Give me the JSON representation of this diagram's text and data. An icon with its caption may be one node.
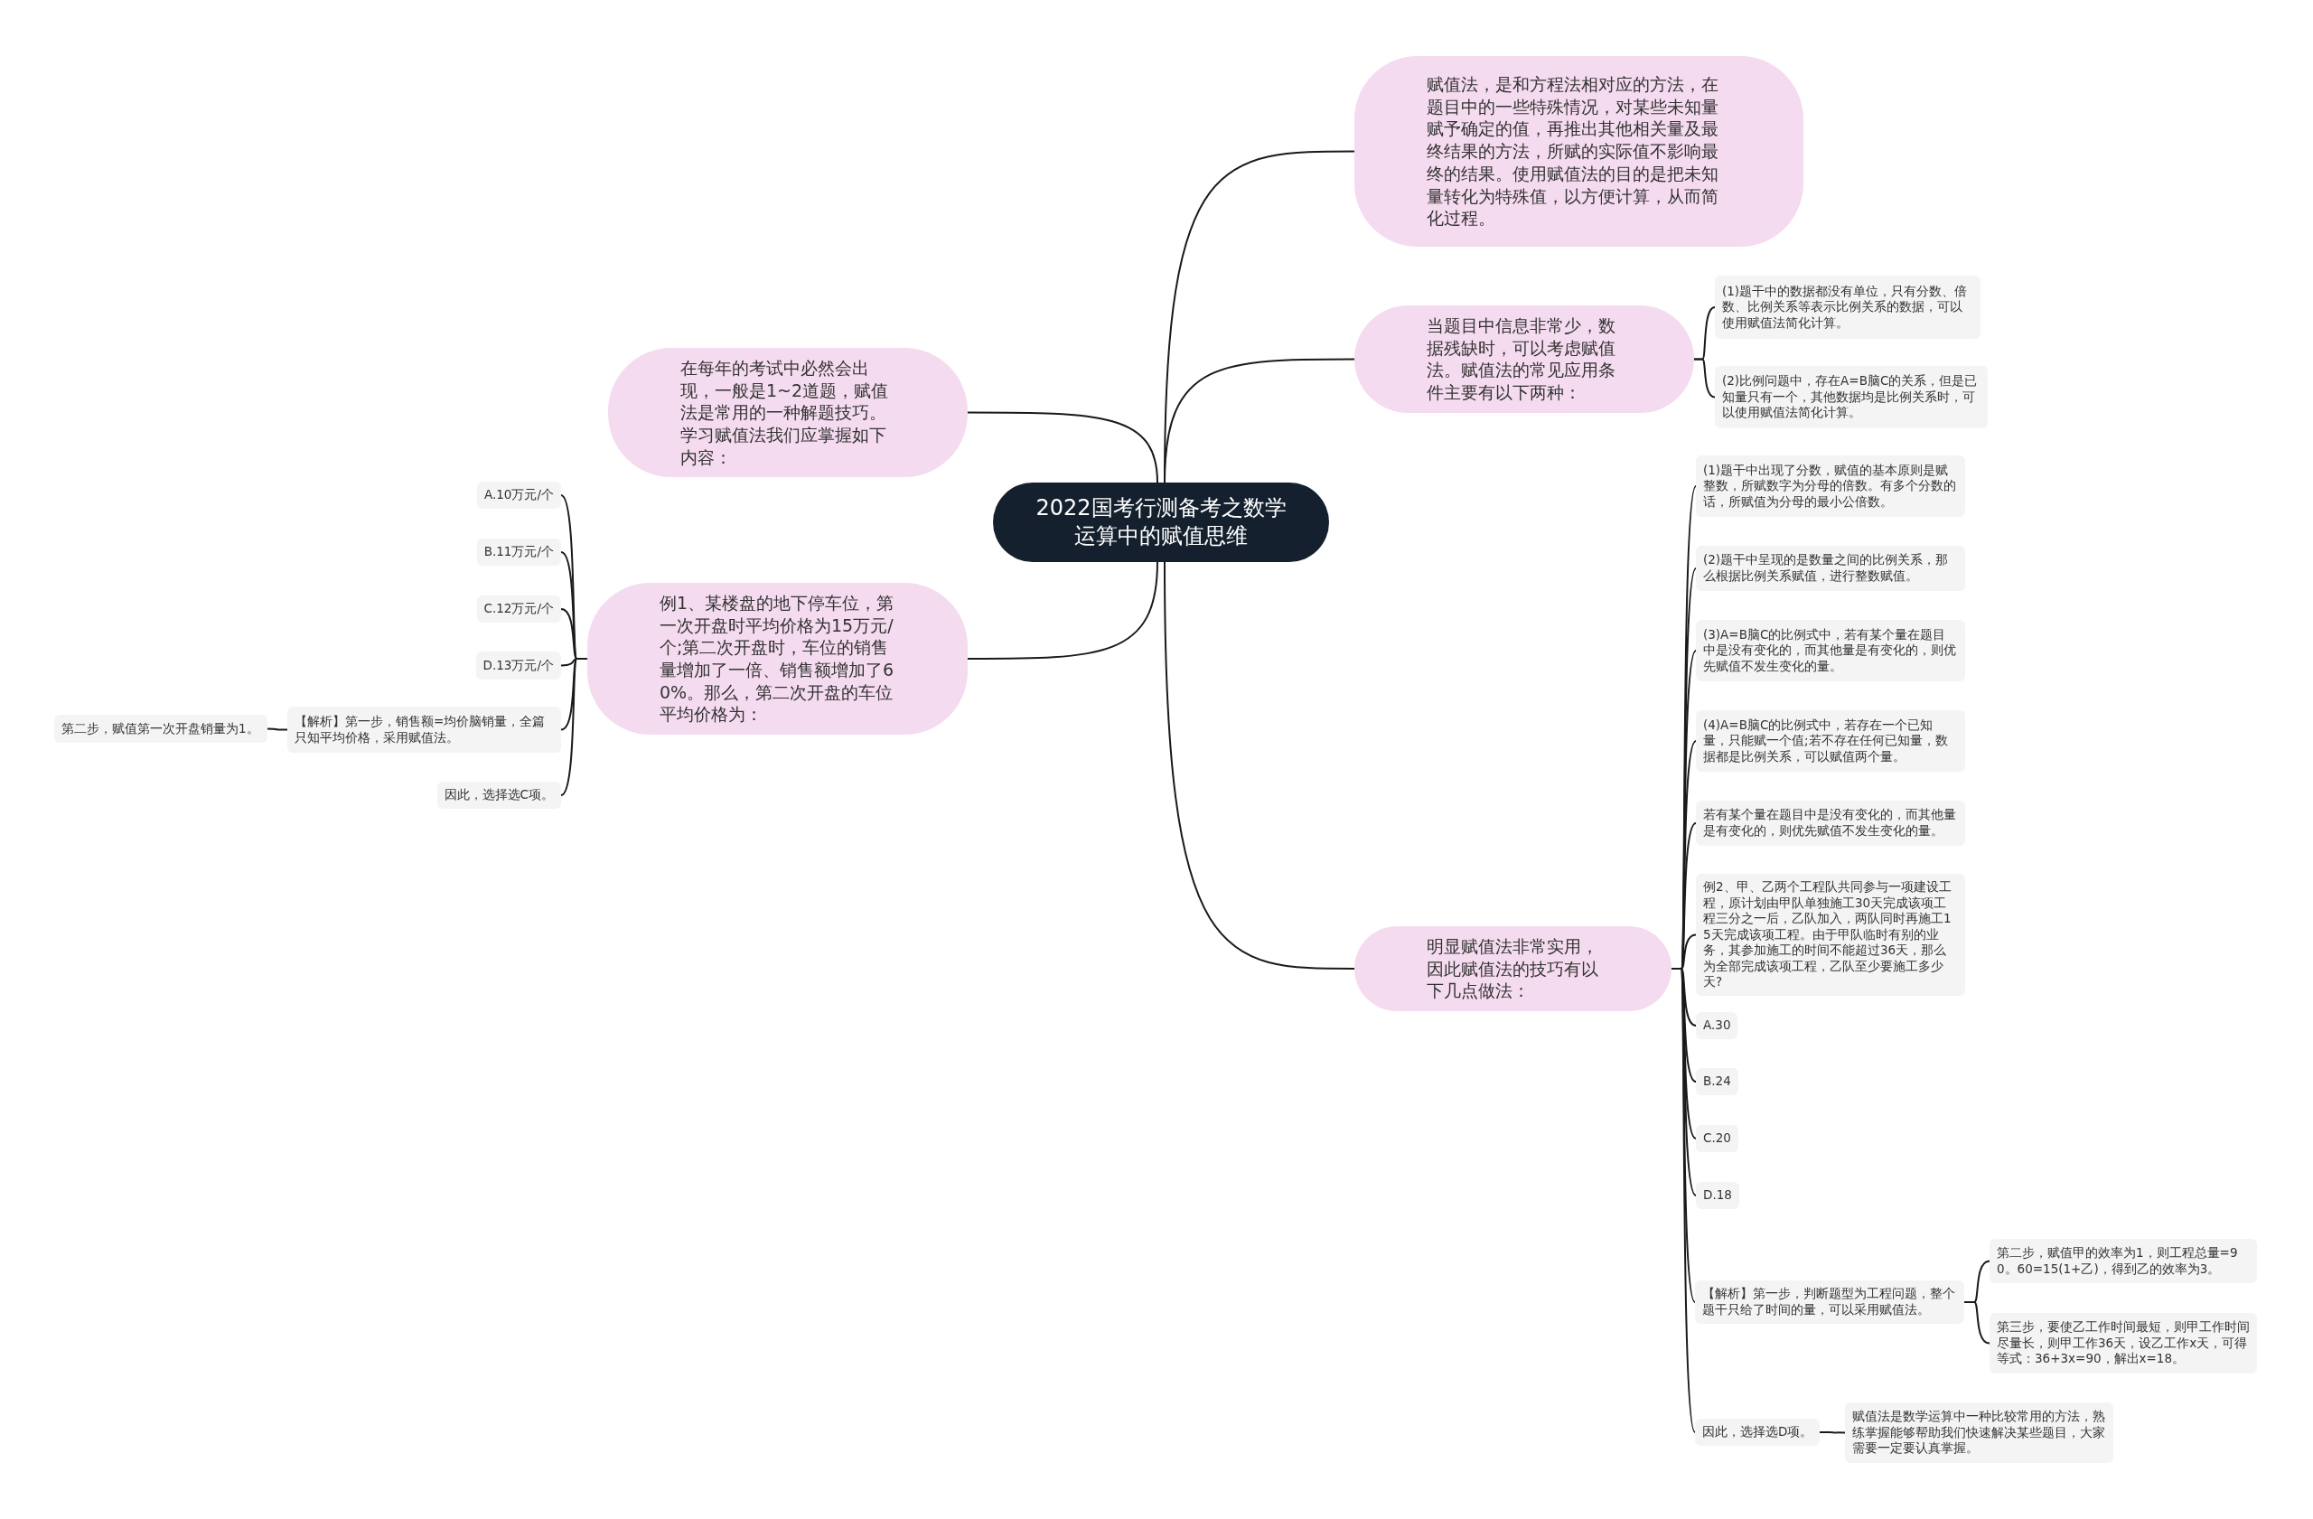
{
  "diagram": {
    "nodes": [
      {
        "text": [
          "2022国考行测备考之数学运算中的赋值思维"
        ]
      },
      {
        "text": [
          "赋值法，是和方程法相对应的方法，在题目中的一些特殊情况，对某些未知量赋予确定的值，再推出其他相关量及最终结果的方法，所赋的实际值不影响最终的结果。使用赋值法的目的是把未知量转化为特殊值，以方便计算，从而简化过程。"
        ]
      },
      {
        "text": [
          "当题目中信息非常少，数据残缺时，可以考虑赋值法。赋值法的常见应用条件主要有以下两种："
        ]
      },
      {
        "text": [
          "(1)题干中的数据都没有单位，只有分数、倍数、比例关系等表示比例关系的数据，可以使用赋值法简化计算。"
        ]
      },
      {
        "text": [
          "(2)比例问题中，存在A=B脑C的关系，但是已知量只有一个，其他数据均是比例关系时，可以使用赋值法简化计算。"
        ]
      },
      {
        "text": [
          "明显赋值法非常实用，因此赋值法的技巧有以下几点做法："
        ]
      },
      {
        "text": [
          "(1)题干中出现了分数，赋值的基本原则是赋整数，所赋数字为分母的倍数。有多个分数的话，所赋值为分母的最小公倍数。"
        ]
      },
      {
        "text": [
          "(2)题干中呈现的是数量之间的比例关系，那么根据比例关系赋值，进行整数赋值。"
        ]
      },
      {
        "text": [
          "(3)A=B脑C的比例式中，若有某个量在题目中是没有变化的，而其他量是有变化的，则优先赋值不发生变化的量。"
        ]
      },
      {
        "text": [
          "(4)A=B脑C的比例式中，若存在一个已知量，只能赋一个值;若不存在任何已知量，数据都是比例关系，可以赋值两个量。"
        ]
      },
      {
        "text": [
          "若有某个量在题目中是没有变化的，而其他量是有变化的，则优先赋值不发生变化的量。"
        ]
      },
      {
        "text": [
          "例2、甲、乙两个工程队共同参与一项建设工程，原计划由甲队单独施工30天完成该项工程三分之一后，乙队加入，两队同时再施工15天完成该项工程。由于甲队临时有别的业务，其参加施工的时间不能超过36天，那么为全部完成该项工程，乙队至少要施工多少天?"
        ]
      },
      {
        "text": [
          "A.30"
        ]
      },
      {
        "text": [
          "B.24"
        ]
      },
      {
        "text": [
          "C.20"
        ]
      },
      {
        "text": [
          "D.18"
        ]
      },
      {
        "text": [
          "【解析】第一步，判断题型为工程问题，整个题干只给了时间的量，可以采用赋值法。"
        ]
      },
      {
        "text": [
          "第二步，赋值甲的效率为1，则工程总量=90。60=15(1+乙)，得到乙的效率为3。"
        ]
      },
      {
        "text": [
          "第三步，要使乙工作时间最短，则甲工作时间尽量长，则甲工作36天，设乙工作x天，可得等式：36+3x=90，解出x=18。"
        ]
      },
      {
        "text": [
          "因此，选择选D项。"
        ]
      },
      {
        "text": [
          "赋值法是数学运算中一种比较常用的方法，熟练掌握能够帮助我们快速解决某些题目，大家需要一定要认真掌握。"
        ]
      },
      {
        "text": [
          "在每年的考试中必然会出现，一般是1~2道题，赋值法是常用的一种解题技巧。学习赋值法我们应掌握如下内容："
        ]
      },
      {
        "text": [
          "例1、某楼盘的地下停车位，第一次开盘时平均价格为15万元/个;第二次开盘时，车位的销售量增加了一倍、销售额增加了60%。那么，第二次开盘的车位平均价格为："
        ]
      },
      {
        "text": [
          "A.10万元/个"
        ]
      },
      {
        "text": [
          "B.11万元/个"
        ]
      },
      {
        "text": [
          "C.12万元/个"
        ]
      },
      {
        "text": [
          "D.13万元/个"
        ]
      },
      {
        "text": [
          "【解析】第一步，销售额=均价脑销量，全篇只知平均价格，采用赋值法。"
        ]
      },
      {
        "text": [
          "第二步，赋值第一次开盘销量为1。"
        ]
      },
      {
        "text": [
          "因此，选择选C项。"
        ]
      }
    ],
    "edges": [
      {
        "from": 0,
        "to": 1,
        "arrow": "none"
      },
      {
        "from": 0,
        "to": 2,
        "arrow": "none"
      },
      {
        "from": 2,
        "to": 3,
        "arrow": "none"
      },
      {
        "from": 2,
        "to": 4,
        "arrow": "none"
      },
      {
        "from": 0,
        "to": 5,
        "arrow": "none"
      },
      {
        "from": 5,
        "to": 6,
        "arrow": "none"
      },
      {
        "from": 5,
        "to": 7,
        "arrow": "none"
      },
      {
        "from": 5,
        "to": 8,
        "arrow": "none"
      },
      {
        "from": 5,
        "to": 9,
        "arrow": "none"
      },
      {
        "from": 5,
        "to": 10,
        "arrow": "none"
      },
      {
        "from": 5,
        "to": 11,
        "arrow": "none"
      },
      {
        "from": 5,
        "to": 12,
        "arrow": "none"
      },
      {
        "from": 5,
        "to": 13,
        "arrow": "none"
      },
      {
        "from": 5,
        "to": 14,
        "arrow": "none"
      },
      {
        "from": 5,
        "to": 15,
        "arrow": "none"
      },
      {
        "from": 5,
        "to": 16,
        "arrow": "none"
      },
      {
        "from": 16,
        "to": 17,
        "arrow": "none"
      },
      {
        "from": 16,
        "to": 18,
        "arrow": "none"
      },
      {
        "from": 5,
        "to": 19,
        "arrow": "none"
      },
      {
        "from": 19,
        "to": 20,
        "arrow": "none"
      },
      {
        "from": 0,
        "to": 21,
        "arrow": "none"
      },
      {
        "from": 0,
        "to": 22,
        "arrow": "none"
      },
      {
        "from": 22,
        "to": 23,
        "arrow": "none"
      },
      {
        "from": 22,
        "to": 24,
        "arrow": "none"
      },
      {
        "from": 22,
        "to": 25,
        "arrow": "none"
      },
      {
        "from": 22,
        "to": 26,
        "arrow": "none"
      },
      {
        "from": 22,
        "to": 27,
        "arrow": "none"
      },
      {
        "from": 27,
        "to": 28,
        "arrow": "none"
      },
      {
        "from": 22,
        "to": 29,
        "arrow": "none"
      }
    ]
  }
}
